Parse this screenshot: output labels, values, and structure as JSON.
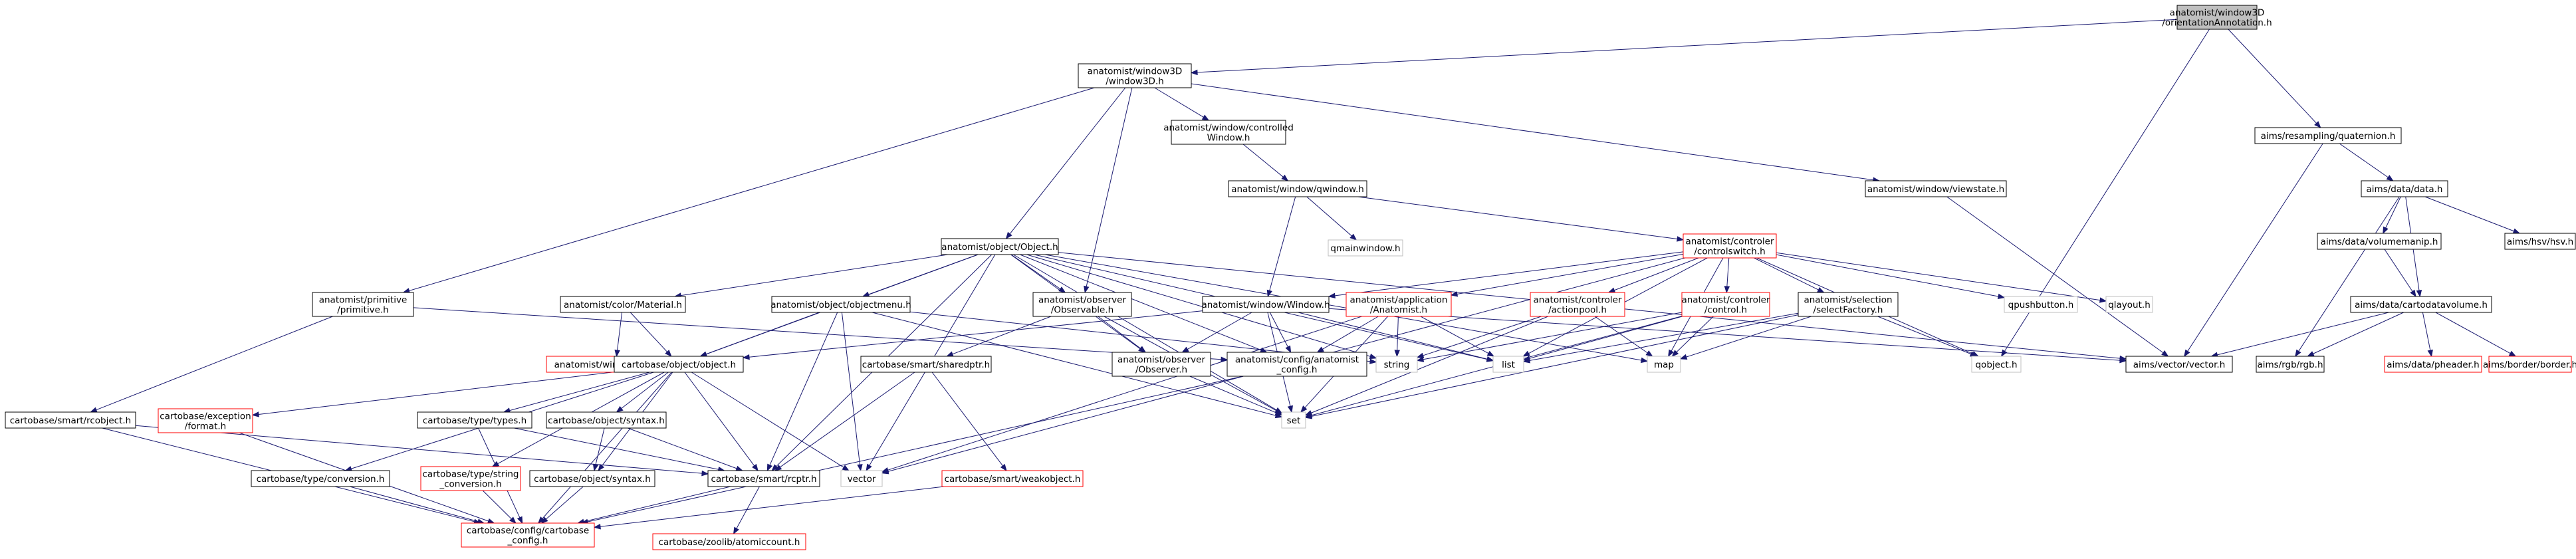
{
  "colors": {
    "edge": "#191970",
    "border_black": "#000000",
    "border_red": "#ff0000",
    "border_grey": "#bfbfbf",
    "text": "#000000",
    "root_fill": "#bfbfbf"
  },
  "nodes": [
    {
      "id": "root",
      "lines": [
        "anatomist/window3D",
        "/orientationAnnotation.h"
      ],
      "style": "root"
    },
    {
      "id": "window3d",
      "lines": [
        "anatomist/window3D",
        "/window3D.h"
      ],
      "style": "black"
    },
    {
      "id": "quaternion",
      "lines": [
        "aims/resampling/quaternion.h"
      ],
      "style": "black"
    },
    {
      "id": "controlledwindow",
      "lines": [
        "anatomist/window/controlled",
        "Window.h"
      ],
      "style": "black"
    },
    {
      "id": "qwindow",
      "lines": [
        "anatomist/window/qwindow.h"
      ],
      "style": "black"
    },
    {
      "id": "viewstate",
      "lines": [
        "anatomist/window/viewstate.h"
      ],
      "style": "black"
    },
    {
      "id": "aimsdata",
      "lines": [
        "aims/data/data.h"
      ],
      "style": "black"
    },
    {
      "id": "object",
      "lines": [
        "anatomist/object/Object.h"
      ],
      "style": "black"
    },
    {
      "id": "qmainwindow",
      "lines": [
        "qmainwindow.h"
      ],
      "style": "grey"
    },
    {
      "id": "controlswitch",
      "lines": [
        "anatomist/controler",
        "/controlswitch.h"
      ],
      "style": "red"
    },
    {
      "id": "volumemanip",
      "lines": [
        "aims/data/volumemanip.h"
      ],
      "style": "black"
    },
    {
      "id": "hsv",
      "lines": [
        "aims/hsv/hsv.h"
      ],
      "style": "black"
    },
    {
      "id": "primitive",
      "lines": [
        "anatomist/primitive",
        "/primitive.h"
      ],
      "style": "black"
    },
    {
      "id": "material",
      "lines": [
        "anatomist/color/Material.h"
      ],
      "style": "black"
    },
    {
      "id": "objectmenu",
      "lines": [
        "anatomist/object/objectmenu.h"
      ],
      "style": "black"
    },
    {
      "id": "observable",
      "lines": [
        "anatomist/observer",
        "/Observable.h"
      ],
      "style": "black"
    },
    {
      "id": "windowh",
      "lines": [
        "anatomist/window/Window.h"
      ],
      "style": "black"
    },
    {
      "id": "application",
      "lines": [
        "anatomist/application",
        "/Anatomist.h"
      ],
      "style": "red"
    },
    {
      "id": "actionpool",
      "lines": [
        "anatomist/controler",
        "/actionpool.h"
      ],
      "style": "red"
    },
    {
      "id": "control",
      "lines": [
        "anatomist/controler",
        "/control.h"
      ],
      "style": "red"
    },
    {
      "id": "selectfactory",
      "lines": [
        "anatomist/selection",
        "/selectFactory.h"
      ],
      "style": "black"
    },
    {
      "id": "qpushbutton",
      "lines": [
        "qpushbutton.h"
      ],
      "style": "grey"
    },
    {
      "id": "qlayout",
      "lines": [
        "qlayout.h"
      ],
      "style": "grey"
    },
    {
      "id": "cartodatavolume",
      "lines": [
        "aims/data/cartodatavolume.h"
      ],
      "style": "black"
    },
    {
      "id": "glcaps",
      "lines": [
        "anatomist/window/glcaps.h"
      ],
      "style": "red"
    },
    {
      "id": "string",
      "lines": [
        "string"
      ],
      "style": "grey"
    },
    {
      "id": "list",
      "lines": [
        "list"
      ],
      "style": "grey"
    },
    {
      "id": "map",
      "lines": [
        "map"
      ],
      "style": "grey"
    },
    {
      "id": "qobject",
      "lines": [
        "qobject.h"
      ],
      "style": "grey"
    },
    {
      "id": "vectorvector",
      "lines": [
        "aims/vector/vector.h"
      ],
      "style": "black"
    },
    {
      "id": "rgb",
      "lines": [
        "aims/rgb/rgb.h"
      ],
      "style": "black"
    },
    {
      "id": "pheader",
      "lines": [
        "aims/data/pheader.h"
      ],
      "style": "red"
    },
    {
      "id": "border",
      "lines": [
        "aims/border/border.h"
      ],
      "style": "red"
    },
    {
      "id": "cobject",
      "lines": [
        "cartobase/object/object.h"
      ],
      "style": "black"
    },
    {
      "id": "sharedptr",
      "lines": [
        "cartobase/smart/sharedptr.h"
      ],
      "style": "black"
    },
    {
      "id": "observer",
      "lines": [
        "anatomist/observer",
        "/Observer.h"
      ],
      "style": "black"
    },
    {
      "id": "anaconfig",
      "lines": [
        "anatomist/config/anatomist",
        "_config.h"
      ],
      "style": "black"
    },
    {
      "id": "rcobject",
      "lines": [
        "cartobase/smart/rcobject.h"
      ],
      "style": "black"
    },
    {
      "id": "exception",
      "lines": [
        "cartobase/exception",
        "/format.h"
      ],
      "style": "red"
    },
    {
      "id": "types",
      "lines": [
        "cartobase/type/types.h"
      ],
      "style": "black"
    },
    {
      "id": "syntax",
      "lines": [
        "cartobase/object/syntax.h"
      ],
      "style": "black"
    },
    {
      "id": "set",
      "lines": [
        "set"
      ],
      "style": "grey"
    },
    {
      "id": "conversion",
      "lines": [
        "cartobase/type/conversion.h"
      ],
      "style": "black"
    },
    {
      "id": "stringconv",
      "lines": [
        "cartobase/type/string",
        "_conversion.h"
      ],
      "style": "red"
    },
    {
      "id": "csyntax",
      "lines": [
        "cartobase/object/syntax.h"
      ],
      "style": "black"
    },
    {
      "id": "rcptr",
      "lines": [
        "cartobase/smart/rcptr.h"
      ],
      "style": "black"
    },
    {
      "id": "vector",
      "lines": [
        "vector"
      ],
      "style": "grey"
    },
    {
      "id": "weakobject",
      "lines": [
        "cartobase/smart/weakobject.h"
      ],
      "style": "red"
    },
    {
      "id": "cartoconfig",
      "lines": [
        "cartobase/config/cartobase",
        "_config.h"
      ],
      "style": "red"
    },
    {
      "id": "atomiccount",
      "lines": [
        "cartobase/zoolib/atomiccount.h"
      ],
      "style": "red"
    }
  ],
  "edges": [
    [
      "root",
      "window3d"
    ],
    [
      "root",
      "quaternion"
    ],
    [
      "root",
      "qobject"
    ],
    [
      "window3d",
      "controlledwindow"
    ],
    [
      "window3d",
      "viewstate"
    ],
    [
      "window3d",
      "object"
    ],
    [
      "window3d",
      "primitive"
    ],
    [
      "window3d",
      "observable"
    ],
    [
      "controlledwindow",
      "qwindow"
    ],
    [
      "qwindow",
      "qmainwindow"
    ],
    [
      "qwindow",
      "controlswitch"
    ],
    [
      "qwindow",
      "windowh"
    ],
    [
      "viewstate",
      "vectorvector"
    ],
    [
      "quaternion",
      "aimsdata"
    ],
    [
      "quaternion",
      "vectorvector"
    ],
    [
      "aimsdata",
      "volumemanip"
    ],
    [
      "aimsdata",
      "hsv"
    ],
    [
      "aimsdata",
      "cartodatavolume"
    ],
    [
      "aimsdata",
      "rgb"
    ],
    [
      "volumemanip",
      "cartodatavolume"
    ],
    [
      "cartodatavolume",
      "vectorvector"
    ],
    [
      "cartodatavolume",
      "rgb"
    ],
    [
      "cartodatavolume",
      "pheader"
    ],
    [
      "cartodatavolume",
      "border"
    ],
    [
      "object",
      "material"
    ],
    [
      "object",
      "objectmenu"
    ],
    [
      "object",
      "observable"
    ],
    [
      "object",
      "cobject"
    ],
    [
      "object",
      "anaconfig"
    ],
    [
      "object",
      "string"
    ],
    [
      "object",
      "list"
    ],
    [
      "object",
      "map"
    ],
    [
      "object",
      "set"
    ],
    [
      "object",
      "rcptr"
    ],
    [
      "object",
      "vectorvector"
    ],
    [
      "object",
      "vector"
    ],
    [
      "object",
      "observer"
    ],
    [
      "controlswitch",
      "windowh"
    ],
    [
      "controlswitch",
      "application"
    ],
    [
      "controlswitch",
      "actionpool"
    ],
    [
      "controlswitch",
      "control"
    ],
    [
      "controlswitch",
      "selectfactory"
    ],
    [
      "controlswitch",
      "qpushbutton"
    ],
    [
      "controlswitch",
      "qlayout"
    ],
    [
      "controlswitch",
      "qobject"
    ],
    [
      "controlswitch",
      "list"
    ],
    [
      "controlswitch",
      "map"
    ],
    [
      "controlswitch",
      "vector"
    ],
    [
      "primitive",
      "rcobject"
    ],
    [
      "primitive",
      "anaconfig"
    ],
    [
      "material",
      "cobject"
    ],
    [
      "material",
      "glcaps"
    ],
    [
      "objectmenu",
      "cobject"
    ],
    [
      "objectmenu",
      "rcptr"
    ],
    [
      "objectmenu",
      "vector"
    ],
    [
      "objectmenu",
      "string"
    ],
    [
      "objectmenu",
      "set"
    ],
    [
      "observable",
      "sharedptr"
    ],
    [
      "observable",
      "observer"
    ],
    [
      "observable",
      "set"
    ],
    [
      "windowh",
      "cobject"
    ],
    [
      "windowh",
      "observer"
    ],
    [
      "windowh",
      "anaconfig"
    ],
    [
      "windowh",
      "list"
    ],
    [
      "windowh",
      "vectorvector"
    ],
    [
      "windowh",
      "set"
    ],
    [
      "application",
      "anaconfig"
    ],
    [
      "application",
      "string"
    ],
    [
      "application",
      "list"
    ],
    [
      "application",
      "set"
    ],
    [
      "application",
      "vector"
    ],
    [
      "actionpool",
      "string"
    ],
    [
      "actionpool",
      "map"
    ],
    [
      "actionpool",
      "set"
    ],
    [
      "control",
      "list"
    ],
    [
      "control",
      "map"
    ],
    [
      "control",
      "set"
    ],
    [
      "control",
      "string"
    ],
    [
      "selectfactory",
      "qobject"
    ],
    [
      "selectfactory",
      "list"
    ],
    [
      "selectfactory",
      "set"
    ],
    [
      "selectfactory",
      "map"
    ],
    [
      "cobject",
      "exception"
    ],
    [
      "cobject",
      "types"
    ],
    [
      "cobject",
      "syntax"
    ],
    [
      "cobject",
      "conversion"
    ],
    [
      "cobject",
      "stringconv"
    ],
    [
      "cobject",
      "csyntax"
    ],
    [
      "cobject",
      "rcptr"
    ],
    [
      "cobject",
      "cartoconfig"
    ],
    [
      "cobject",
      "vector"
    ],
    [
      "rcobject",
      "rcptr"
    ],
    [
      "rcobject",
      "cartoconfig"
    ],
    [
      "exception",
      "cartoconfig"
    ],
    [
      "types",
      "rcptr"
    ],
    [
      "types",
      "cartoconfig"
    ],
    [
      "syntax",
      "csyntax"
    ],
    [
      "syntax",
      "rcptr"
    ],
    [
      "conversion",
      "cartoconfig"
    ],
    [
      "stringconv",
      "cartoconfig"
    ],
    [
      "csyntax",
      "cartoconfig"
    ],
    [
      "sharedptr",
      "rcptr"
    ],
    [
      "sharedptr",
      "weakobject"
    ],
    [
      "observer",
      "set"
    ],
    [
      "anaconfig",
      "cartoconfig"
    ],
    [
      "rcptr",
      "cartoconfig"
    ],
    [
      "rcptr",
      "atomiccount"
    ],
    [
      "weakobject",
      "cartoconfig"
    ]
  ]
}
